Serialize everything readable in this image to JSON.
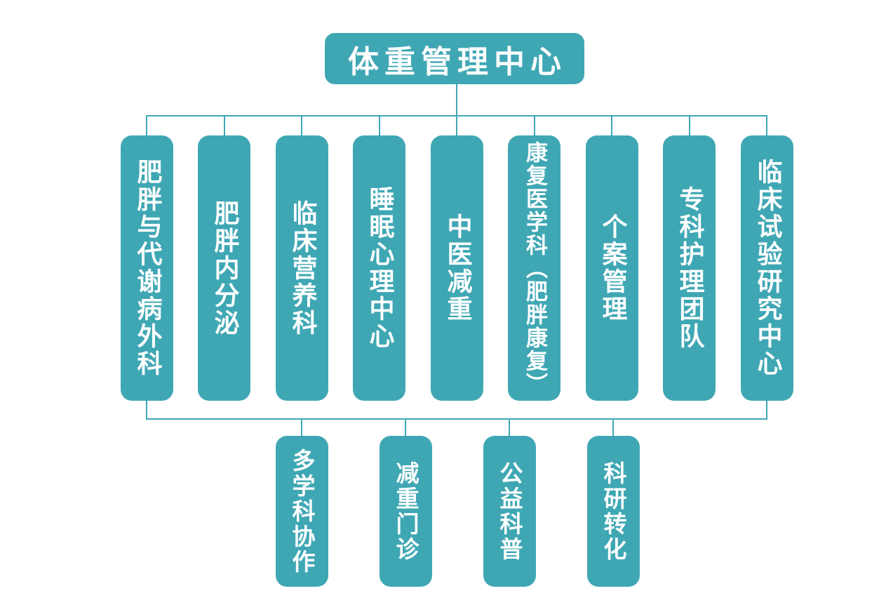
{
  "diagram": {
    "title": "体重管理中心",
    "accent_color": "#3FA7B4",
    "text_color": "#FFFFFF",
    "background_color": "#FFFFFF",
    "tier2_items": [
      "肥胖与代谢病外科",
      "肥胖内分泌",
      "临床营养科",
      "睡眠心理中心",
      "中医减重",
      "康复医学科（肥胖康复）",
      "个案管理",
      "专科护理团队",
      "临床试验研究中心"
    ],
    "tier3_items": [
      "多学科协作",
      "减重门诊",
      "公益科普",
      "科研转化"
    ]
  }
}
